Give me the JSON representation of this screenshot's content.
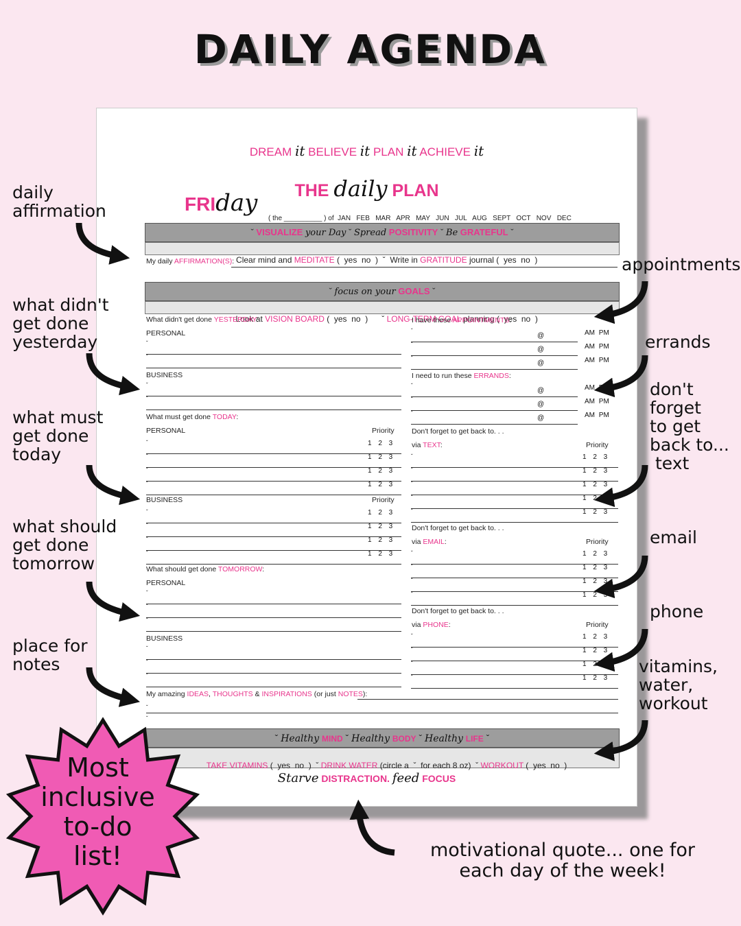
{
  "title": "DAILY AGENDA",
  "annotations": {
    "left": [
      "daily\naffirmation",
      "what didn't\nget done\nyesterday",
      "what must\nget done\ntoday",
      "what should\nget done\ntomorrow",
      "place for\nnotes"
    ],
    "right": [
      "appointments",
      "errands",
      "don't\nforget\nto get\nback to...\n text",
      "email",
      "phone",
      "vitamins,\nwater,\nworkout"
    ],
    "bottom": "motivational quote... one for\neach day of the week!",
    "starburst": "Most\ninclusive\nto-do\nlist!"
  },
  "sheet": {
    "motto": {
      "w1": "DREAM",
      "w2": "BELIEVE",
      "w3": "PLAN",
      "w4": "ACHIEVE",
      "it": "it"
    },
    "plan_title": {
      "the": "THE",
      "daily": "daily",
      "plan": "PLAN"
    },
    "day": {
      "fri": "FRI",
      "day": "day"
    },
    "date_line": "( the __________ ) of  JAN   FEB   MAR   APR   MAY   JUN   JUL   AUG   SEPT   OCT   NOV   DEC",
    "bar1": {
      "visualize": "VISUALIZE",
      "your_day": "your Day",
      "spread": "Spread",
      "positivity": "POSITIVITY",
      "be": "Be",
      "grateful": "GRATEFUL"
    },
    "bar1_sub": {
      "t1": "Clear mind and",
      "meditate": "MEDITATE",
      "t2": "(  yes  no  )  ˇ  Write in",
      "gratitude": "GRATITUDE",
      "t3": "journal (  yes  no  )"
    },
    "affirmation": {
      "t1": "My daily",
      "aff": "AFFIRMATION(S)",
      "t2": ":"
    },
    "bar2": {
      "focus": "focus on your",
      "goals": "GOALS"
    },
    "bar2_sub": {
      "t1": "Look at",
      "vision": "VISION BOARD",
      "t2": "(  yes  no  )      ˇ",
      "longterm": "LONG-TERM GOAL",
      "t3": "planning (  yes  no  )"
    },
    "yesterday": {
      "t": "What didn't get done",
      "p": "YESTERDAY",
      "c": ":"
    },
    "today": {
      "t": "What must get done",
      "p": "TODAY",
      "c": ":"
    },
    "tomorrow": {
      "t": "What should get done",
      "p": "TOMORROW",
      "c": ":"
    },
    "personal": "PERSONAL",
    "business": "BUSINESS",
    "priority": "Priority",
    "pr_values": "1 2 3",
    "appointments": {
      "t": "I have these",
      "p": "APPOINTMENTS",
      "c": ":"
    },
    "errands": {
      "t": "I need to run these",
      "p": "ERRANDS",
      "c": ":"
    },
    "ampm": "AM PM",
    "at": "@",
    "dont_forget": "Don't forget to get back to. . .",
    "via_text": {
      "v": "via",
      "p": "TEXT",
      "c": ":"
    },
    "via_email": {
      "v": "via",
      "p": "EMAIL",
      "c": ":"
    },
    "via_phone": {
      "v": "via",
      "p": "PHONE",
      "c": ":"
    },
    "notes": {
      "t1": "My amazing",
      "p1": "IDEAS",
      "t2": ",",
      "p2": "THOUGHTS",
      "t3": "&",
      "p3": "INSPIRATIONS",
      "t4": "(or just",
      "p4": "NOTES",
      "t5": "):"
    },
    "bar3": {
      "healthy": "Healthy",
      "mind": "MIND",
      "body": "BODY",
      "life": "LIFE"
    },
    "bar3_sub": {
      "vit": "TAKE VITAMINS",
      "t1": "(  yes  no  )  ˇ",
      "water": "DRINK WATER",
      "t2": "(circle a  ˇ  for each 8 oz)  ˇ",
      "workout": "WORKOUT",
      "t3": "(  yes  no  )"
    },
    "quote": {
      "starve": "Starve",
      "distraction": "DISTRACTION.",
      "feed": "feed",
      "focus": "FOCUS"
    },
    "bullet": "ˇ"
  }
}
